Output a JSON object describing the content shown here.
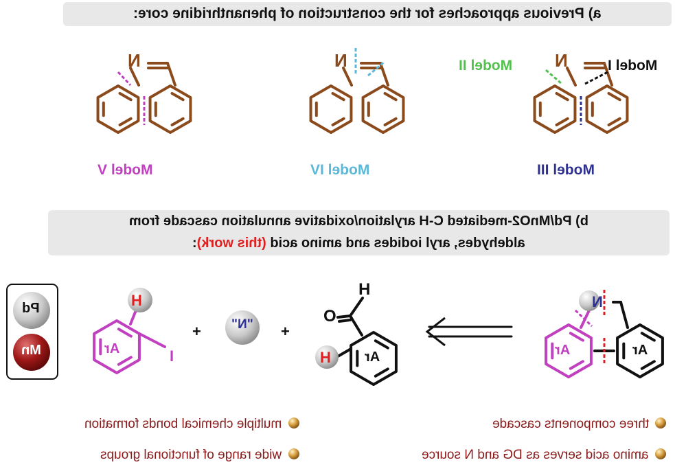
{
  "colors": {
    "brown": "#8b4a1c",
    "magenta": "#c040c0",
    "cyan": "#5ab8d8",
    "navy": "#2e3192",
    "green": "#52c14e",
    "black": "#111111",
    "red": "#e02020",
    "darkred": "#8b1a1a",
    "banner": "#e8e8e8"
  },
  "section_a": {
    "heading": "a) Previous approaches for the construction of phenanthridine core:",
    "model_v": "Model V",
    "model_iv": "Model IV",
    "model_iii": "Model III",
    "model_ii": "Model II",
    "model_i": "Model I",
    "n_label": "N"
  },
  "section_b": {
    "line1": "b) Pd/MnO2-mediated C-H arylation/oxidative annulation cascade from",
    "line2_prefix": "aldehydes, aryl iodides and amino acid ",
    "line2_highlight": "(this work)",
    "line2_suffix": ":"
  },
  "catalysts": [
    "Pd",
    "Mn"
  ],
  "reagents": {
    "aryl_label": "Ar",
    "h": "H",
    "i": "I",
    "plus": "+",
    "n_source": "\"N\"",
    "o": "O",
    "n": "N"
  },
  "bullets": {
    "left": [
      "multiple chemical bonds formation",
      "wide range of functional groups"
    ],
    "right": [
      "three components cascade",
      "amino acid serves as DG and N source"
    ]
  }
}
